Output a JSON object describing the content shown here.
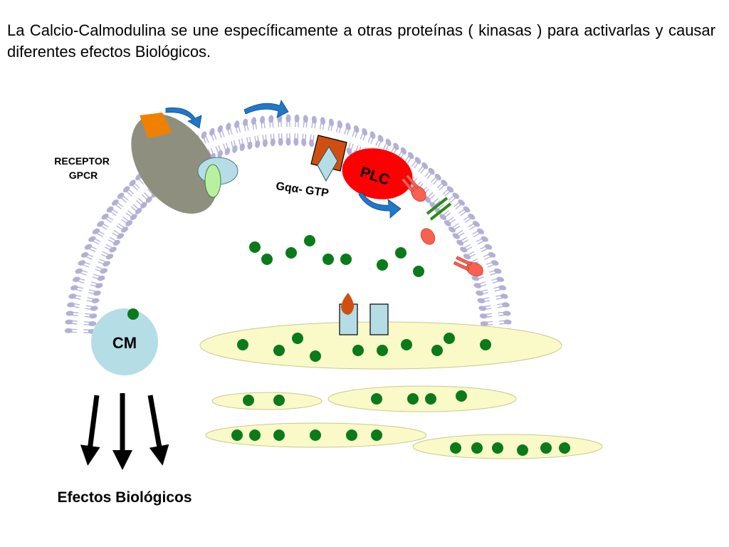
{
  "intro_text": "La Calcio-Calmodulina se une específicamente a otras proteínas ( kinasas ) para activarlas y causar diferentes efectos Biológicos.",
  "labels": {
    "receptor_line1": "RECEPTOR",
    "receptor_line2": "GPCR",
    "gq_prefix": "Gq",
    "gq_alpha": "α",
    "gq_suffix": "- GTP",
    "plc": "PLC",
    "cm": "CM",
    "effects": "Efectos Biológicos"
  },
  "colors": {
    "membrane": "#b3b0d6",
    "receptor": "#8f8f7f",
    "ligand": "#f08000",
    "gprotein_blue": "#b5dde6",
    "gprotein_green": "#b8f0a0",
    "gq_box": "#d04f10",
    "plc": "#ff0000",
    "arrow_blue": "#1f78c8",
    "calcium": "#0a7a1a",
    "er": "#fafac8",
    "cm_circle": "#b5dde6",
    "pip2": "#f86050",
    "dag": "#2a8a1a"
  }
}
